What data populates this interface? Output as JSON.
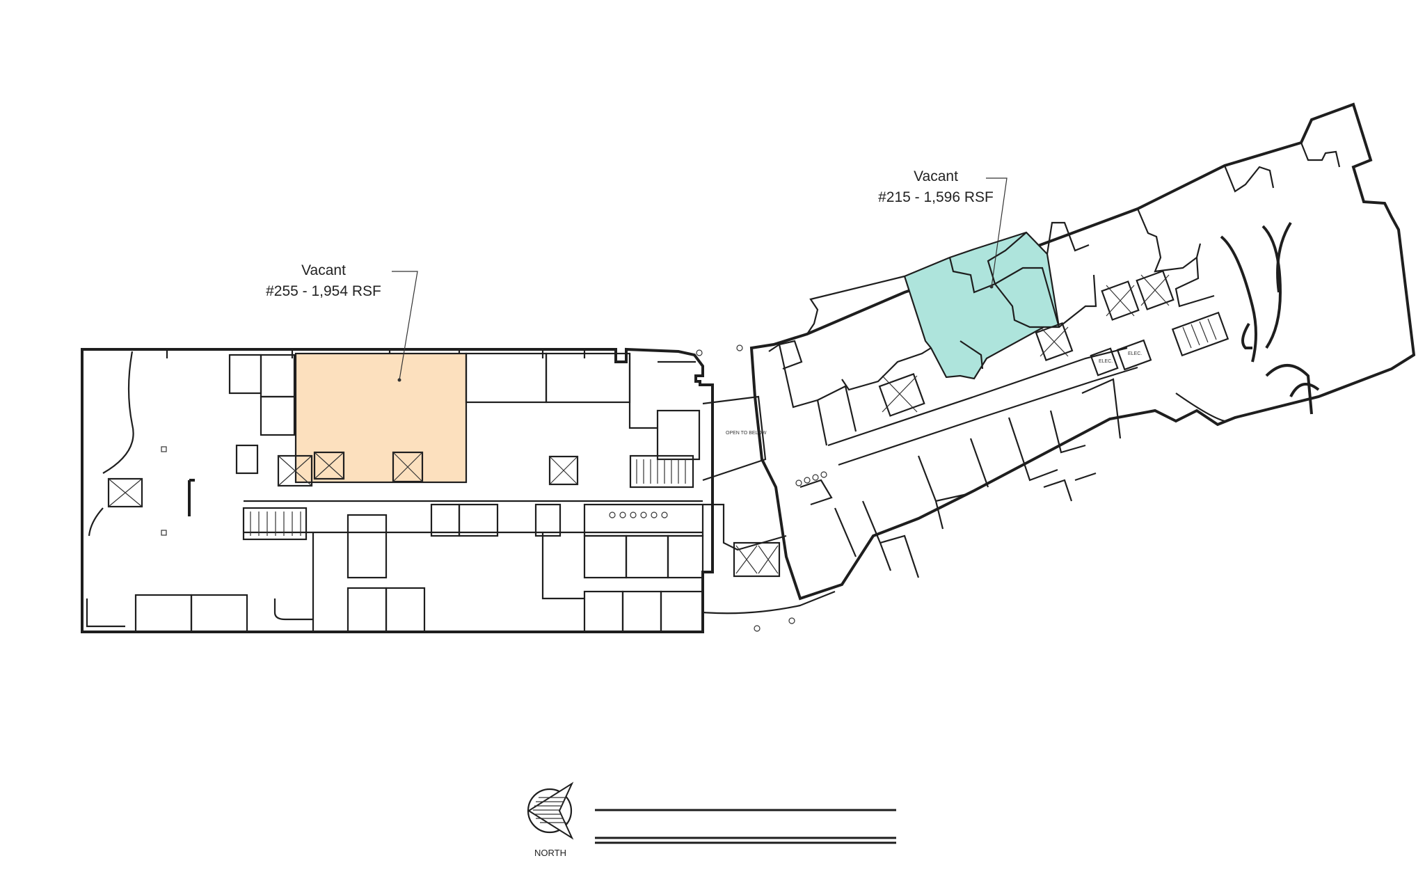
{
  "suites": [
    {
      "status": "Vacant",
      "label": "#255 - 1,954  RSF",
      "color": "#fce0be"
    },
    {
      "status": "Vacant",
      "label": "#215 - 1,596  RSF",
      "color": "#aee4dc"
    }
  ],
  "small_labels": {
    "open_to_below": "OPEN TO BELOW",
    "elec_1": "ELEC.",
    "elec_2": "ELEC."
  },
  "north_label": "NORTH"
}
